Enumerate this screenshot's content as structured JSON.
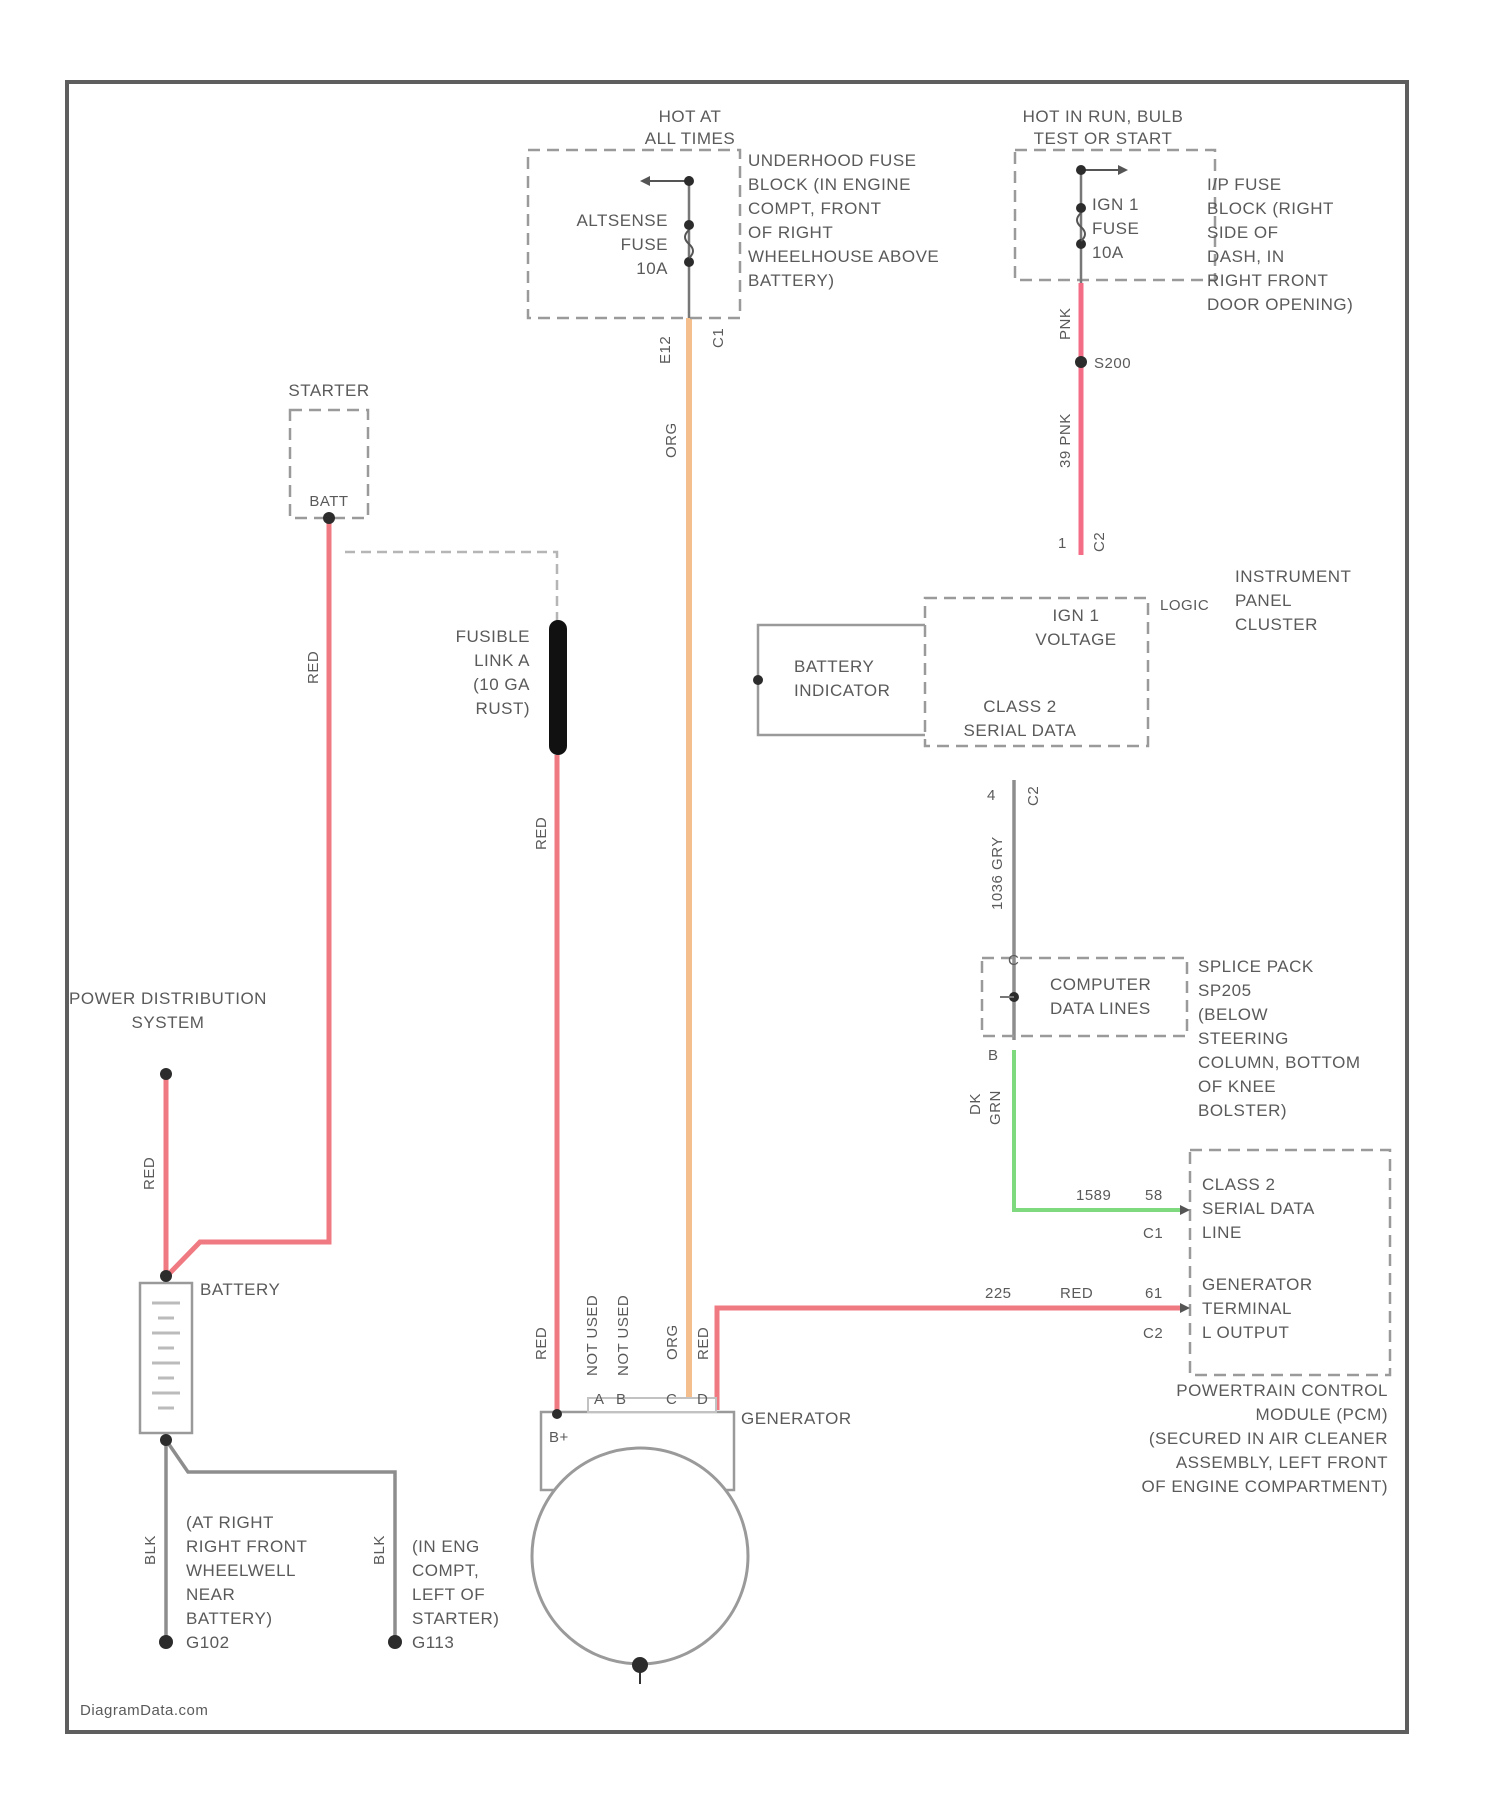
{
  "colors": {
    "red_wire": "#f07a82",
    "orange_wire": "#f4bf8c",
    "pink_wire": "#f46d87",
    "green_wire": "#7fd97f",
    "gray_wire": "#8d8d8d",
    "frame": "#5e5e5e"
  },
  "fuse_block_underhood": {
    "header": [
      "HOT AT",
      "ALL TIMES"
    ],
    "description": [
      "UNDERHOOD FUSE",
      "BLOCK (IN ENGINE",
      "COMPT, FRONT",
      "OF RIGHT",
      "WHEELHOUSE ABOVE",
      "BATTERY)"
    ],
    "fuse_label": [
      "ALTSENSE",
      "FUSE",
      "10A"
    ],
    "pin_left": "E12",
    "pin_right": "C1"
  },
  "fuse_block_ip": {
    "header": [
      "HOT IN RUN, BULB",
      "TEST OR START"
    ],
    "fuse_label": [
      "IGN 1",
      "FUSE",
      "10A"
    ],
    "description": [
      "I/P FUSE",
      "BLOCK (RIGHT",
      "SIDE OF",
      "DASH, IN",
      "RIGHT FRONT",
      "DOOR OPENING)"
    ],
    "wire_color_1": "PNK",
    "splice": "S200",
    "wire_color_2": "39 PNK",
    "pin_num": "1",
    "pin_conn": "C2"
  },
  "starter": {
    "title": "STARTER",
    "terminal": "BATT"
  },
  "fusible_link": {
    "label": [
      "FUSIBLE",
      "LINK A",
      "(10 GA",
      "RUST)"
    ]
  },
  "orange_wire": {
    "color": "ORG"
  },
  "instrument_panel": {
    "title": [
      "INSTRUMENT",
      "PANEL",
      "CLUSTER"
    ],
    "logic": "LOGIC",
    "ign_voltage": [
      "IGN 1",
      "VOLTAGE"
    ],
    "battery_indicator": [
      "BATTERY",
      "INDICATOR"
    ],
    "class2": [
      "CLASS 2",
      "SERIAL DATA"
    ],
    "pin_bottom_num": "4",
    "pin_bottom_conn": "C2"
  },
  "data_wire": {
    "label": "1036 GRY"
  },
  "splice_pack": {
    "label": [
      "COMPUTER",
      "DATA LINES"
    ],
    "description": [
      "SPLICE PACK",
      "SP205",
      "(BELOW",
      "STEERING",
      "COLUMN, BOTTOM",
      "OF KNEE",
      "BOLSTER)"
    ],
    "pin_top": "C",
    "pin_bottom": "B",
    "wire": [
      "DK",
      "GRN"
    ]
  },
  "pcm": {
    "class2": [
      "CLASS 2",
      "SERIAL DATA",
      "LINE"
    ],
    "gen_terminal": [
      "GENERATOR",
      "TERMINAL",
      "L OUTPUT"
    ],
    "green_wire_num": "1589",
    "green_pin": "58",
    "conn_c1": "C1",
    "red_wire_num": "225",
    "red_wire_color": "RED",
    "red_pin": "61",
    "conn_c2": "C2",
    "title": [
      "POWERTRAIN CONTROL",
      "MODULE (PCM)",
      "(SECURED IN AIR CLEANER",
      "ASSEMBLY, LEFT FRONT",
      "OF ENGINE COMPARTMENT)"
    ]
  },
  "power_distribution": {
    "title": [
      "POWER DISTRIBUTION",
      "SYSTEM"
    ],
    "wire_color": "RED"
  },
  "starter_wire_color": "RED",
  "fusible_wire_color": "RED",
  "battery": {
    "label": "BATTERY"
  },
  "ground_g102": {
    "wire_color": "BLK",
    "label": [
      "(AT RIGHT",
      "RIGHT FRONT",
      "WHEELWELL",
      "NEAR",
      "BATTERY)",
      "G102"
    ]
  },
  "ground_g113": {
    "wire_color": "BLK",
    "label": [
      "(IN ENG",
      "COMPT,",
      "LEFT OF",
      "STARTER)",
      "G113"
    ]
  },
  "generator": {
    "label": "GENERATOR",
    "b_plus": "B+",
    "connector_wires": [
      "RED",
      "NOT USED",
      "NOT USED",
      "ORG",
      "RED"
    ],
    "pins": [
      "A",
      "B",
      "C",
      "D"
    ]
  },
  "watermark": "DiagramData.com"
}
